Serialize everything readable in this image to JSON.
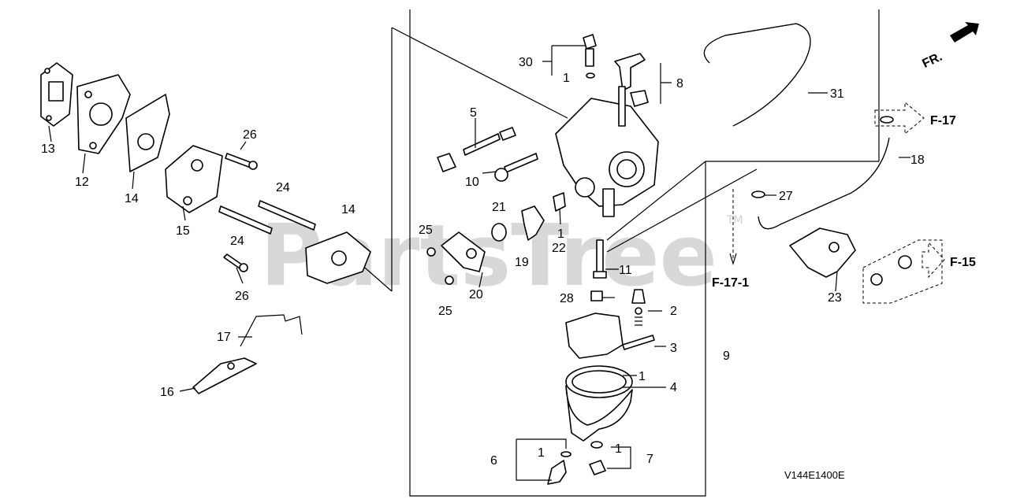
{
  "watermark": "PartsTree",
  "watermark_tm": "TM",
  "direction_label": "FR.",
  "diagram_code": "V144E1400E",
  "refs": {
    "f17": "F-17",
    "f15": "F-15",
    "f171": "F-17-1"
  },
  "callouts": {
    "c30": "30",
    "c1a": "1",
    "c8": "8",
    "c31": "31",
    "c18": "18",
    "c13": "13",
    "c12": "12",
    "c14a": "14",
    "c26a": "26",
    "c24a": "24",
    "c15": "15",
    "c24b": "24",
    "c14b": "14",
    "c26b": "26",
    "c5": "5",
    "c10": "10",
    "c21": "21",
    "c1b": "1",
    "c22": "22",
    "c19": "19",
    "c25a": "25",
    "c20": "20",
    "c25b": "25",
    "c11": "11",
    "c28": "28",
    "c2": "2",
    "c3": "3",
    "c9": "9",
    "c1c": "1",
    "c4": "4",
    "c27": "27",
    "c23": "23",
    "c17": "17",
    "c16": "16",
    "c6": "6",
    "c1d": "1",
    "c1e": "1",
    "c7": "7"
  }
}
